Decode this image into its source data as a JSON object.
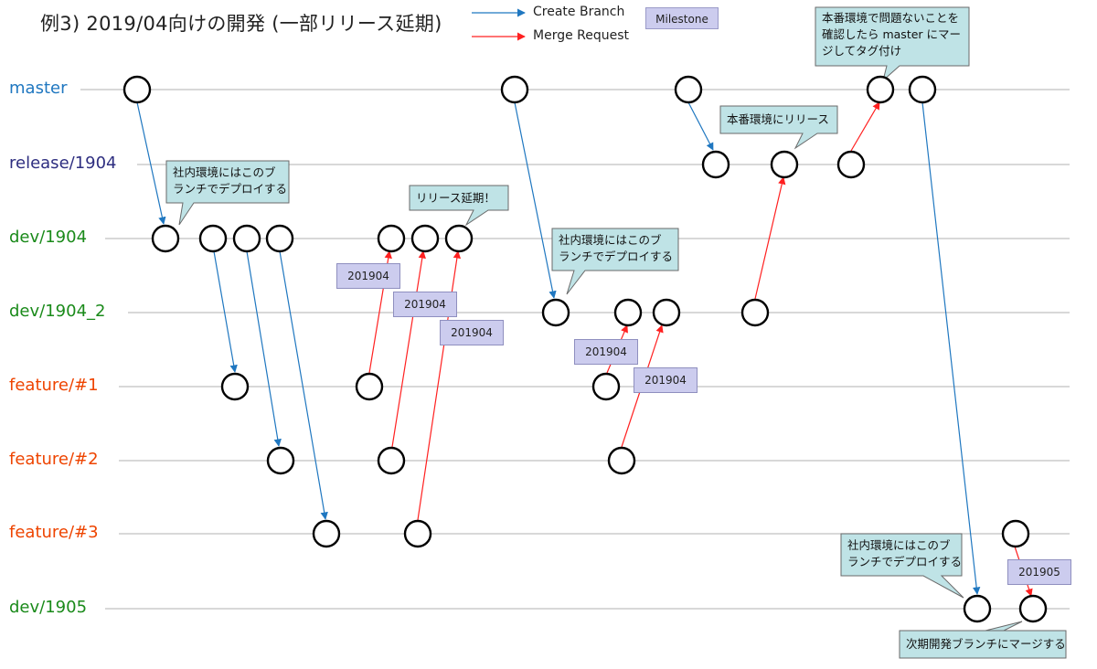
{
  "title": "例3) 2019/04向けの開発 (一部リリース延期)",
  "legend": {
    "create_branch": "Create Branch",
    "merge_request": "Merge Request",
    "milestone": "Milestone",
    "colors": {
      "create_branch": "#1f77c0",
      "merge_request": "#ff2020"
    }
  },
  "lanes": [
    {
      "id": "master",
      "label": "master",
      "color": "#1f77c0"
    },
    {
      "id": "release",
      "label": "release/1904",
      "color": "#2e2e80"
    },
    {
      "id": "dev1904",
      "label": "dev/1904",
      "color": "#1a8a1a"
    },
    {
      "id": "dev1904_2",
      "label": "dev/1904_2",
      "color": "#1a8a1a"
    },
    {
      "id": "f1",
      "label": "feature/#1",
      "color": "#ee4400"
    },
    {
      "id": "f2",
      "label": "feature/#2",
      "color": "#ee4400"
    },
    {
      "id": "f3",
      "label": "feature/#3",
      "color": "#ee4400"
    },
    {
      "id": "dev1905",
      "label": "dev/1905",
      "color": "#1a8a1a"
    }
  ],
  "milestones": [
    "201904",
    "201904",
    "201904",
    "201904",
    "201904",
    "201905"
  ],
  "callouts": {
    "c1": [
      "社内環境にはこのブ",
      "ランチでデプロイする"
    ],
    "c2": [
      "リリース延期！"
    ],
    "c3": [
      "社内環境にはこのブ",
      "ランチでデプロイする"
    ],
    "c4": [
      "本番環境にリリース"
    ],
    "c5": [
      "本番環境で問題ないことを",
      "確認したら master にマー",
      "ジしてタグ付け"
    ],
    "c6": [
      "社内環境にはこのブ",
      "ランチでデプロイする"
    ],
    "c7": [
      "次期開発ブランチにマージする"
    ]
  }
}
